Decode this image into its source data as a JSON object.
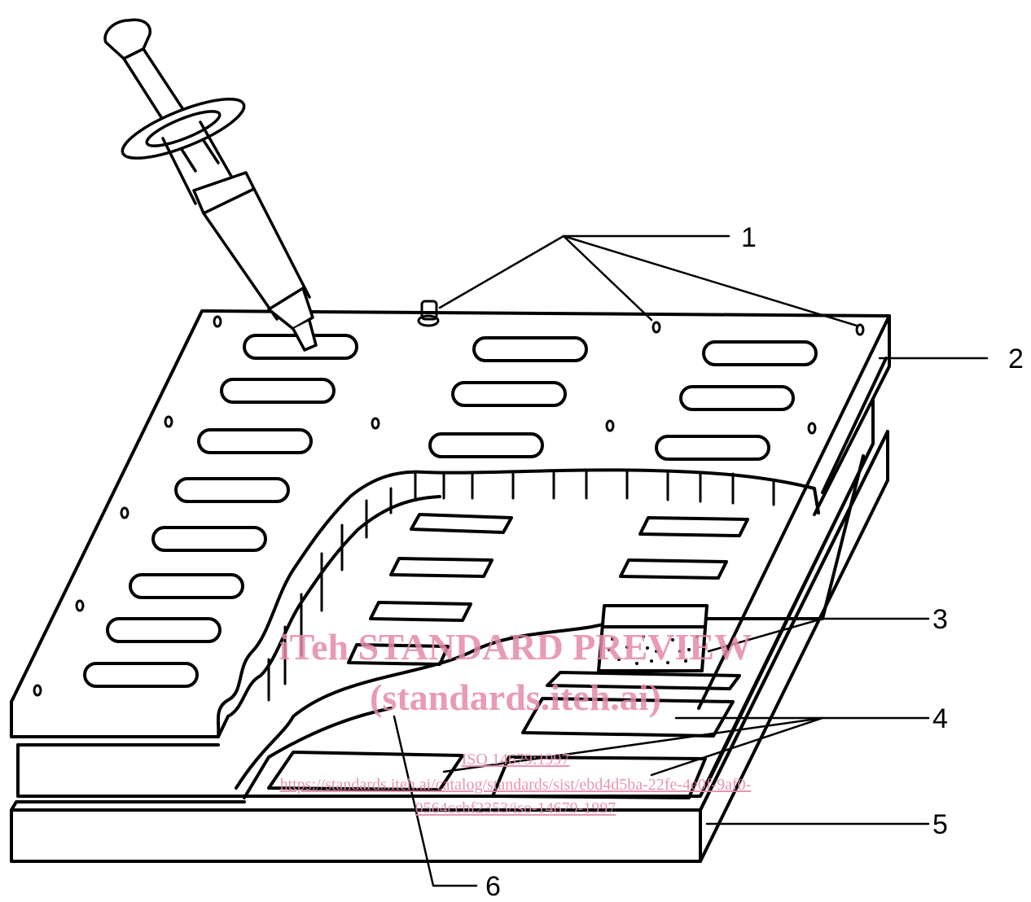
{
  "callouts": {
    "c1": "1",
    "c2": "2",
    "c3": "3",
    "c4": "4",
    "c5": "5",
    "c6": "6"
  },
  "watermark": {
    "line1": "iTeh STANDARD PREVIEW",
    "line2": "(standards.iteh.ai)",
    "std_ref": "ISO 14679:1997",
    "url1": "https://standards.iteh.ai/catalog/standards/sist/ebd4d5ba-22fe-4e0f-9af0-",
    "url2": "0564ccbf2353/iso-14679-1997"
  },
  "colors": {
    "line": "#000000",
    "watermark": "#e58aa8",
    "background": "#ffffff"
  }
}
